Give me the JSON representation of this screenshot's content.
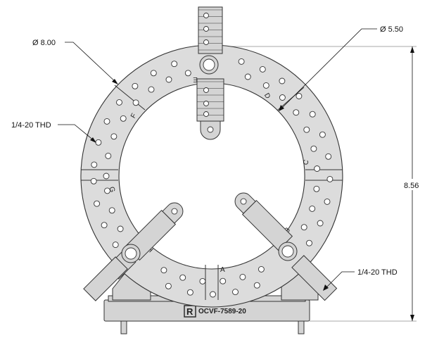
{
  "callouts": {
    "dia_outer": "Ø 8.00",
    "dia_top": "Ø 5.50",
    "thread_left": "1/4-20 THD",
    "thread_right": "1/4-20 THD",
    "height": "8.56"
  },
  "segments": [
    "A",
    "B",
    "C",
    "D",
    "E",
    "F",
    "G",
    "H"
  ],
  "base": {
    "logo": "R",
    "part_number": "OCVF-7589-20"
  },
  "colors": {
    "part_fill": "#d4d4d4",
    "ring_fill": "#dcdcdc",
    "line": "#333333"
  }
}
